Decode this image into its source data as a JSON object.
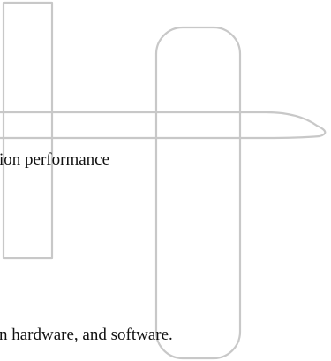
{
  "window": {
    "background_color": "#ffffff"
  },
  "overlay": {
    "stroke_color": "#c8c8c8",
    "shapes": [
      "vertical-bar-left",
      "rounded-vertical-bar-right",
      "horizontal-arrow-pointer"
    ]
  },
  "content": {
    "line_1": "ion performance",
    "line_2": "n hardware, and software."
  }
}
